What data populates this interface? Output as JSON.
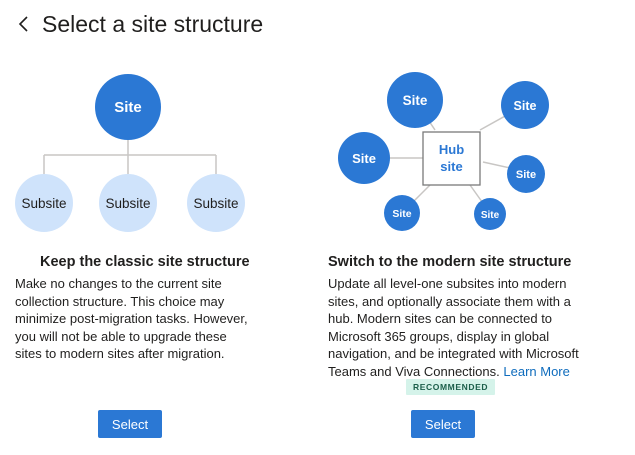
{
  "header": {
    "title": "Select a site structure"
  },
  "classic": {
    "diagram": {
      "root": "Site",
      "children": [
        "Subsite",
        "Subsite",
        "Subsite"
      ]
    },
    "title": "Keep the classic site structure",
    "description": "Make no changes to the current site collection structure.  This choice may minimize post-migration tasks. However, you will not be able to upgrade these sites to modern sites after migration.",
    "button": "Select"
  },
  "modern": {
    "diagram": {
      "hub_line1": "Hub",
      "hub_line2": "site",
      "sites": [
        "Site",
        "Site",
        "Site",
        "Site",
        "Site",
        "Site"
      ]
    },
    "title": "Switch to the modern site structure",
    "description": "Update all level-one subsites into modern sites, and optionally associate them with a hub. Modern sites can be connected to Microsoft 365 groups, display in global navigation, and be integrated with Microsoft Teams and Viva Connections.",
    "learn_more": "Learn More",
    "badge": "RECOMMENDED",
    "button": "Select"
  },
  "colors": {
    "primary": "#2b78d4",
    "light_circle": "#cfe3fb",
    "line": "#c8c6c4",
    "badge_bg": "#d5f3ea"
  }
}
